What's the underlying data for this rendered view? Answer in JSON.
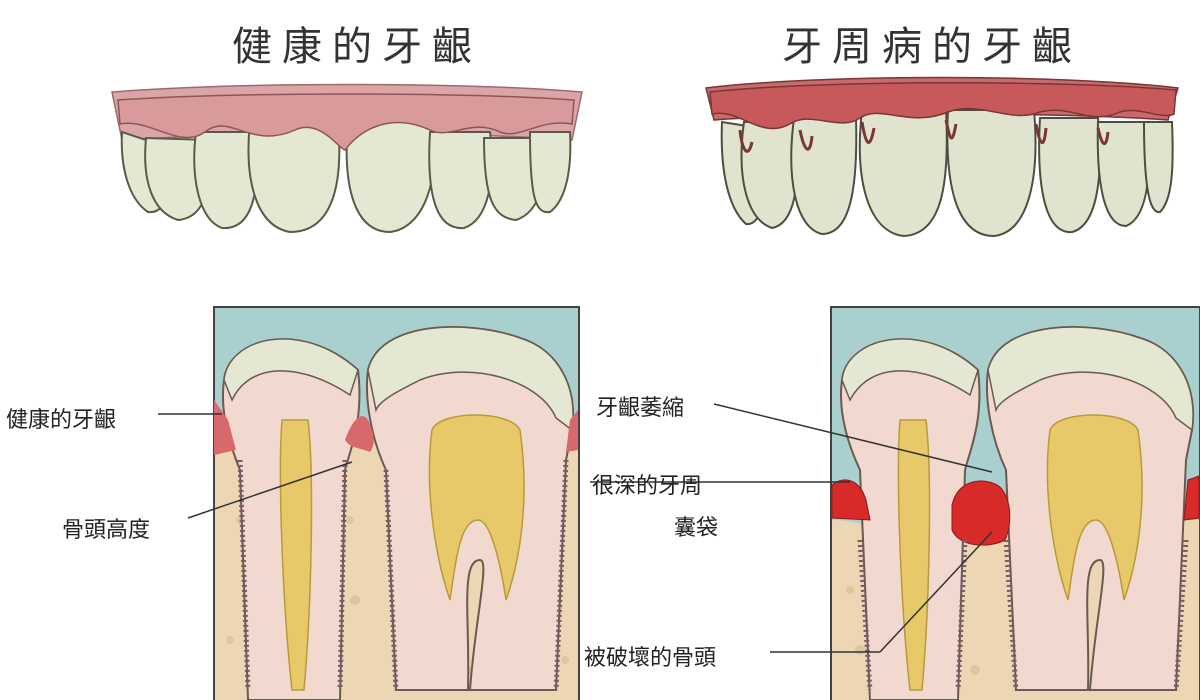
{
  "titles": {
    "healthy": "健康的牙齦",
    "periodontal": "牙周病的牙齦"
  },
  "labels": {
    "healthy_gum": "健康的牙齦",
    "bone_height": "骨頭高度",
    "gum_recession": "牙齦萎縮",
    "deep_pocket_line1": "很深的牙周",
    "deep_pocket_line2": "囊袋",
    "destroyed_bone": "被破壞的骨頭"
  },
  "colors": {
    "healthy_gum": "#d99a9c",
    "diseased_gum": "#c8595b",
    "tooth_enamel": "#e4e7d2",
    "dentin": "#f2d9cf",
    "pulp": "#e8c96a",
    "bone": "#ecd6b3",
    "water": "#a9cfcf",
    "inflammation": "#d92a2a"
  }
}
